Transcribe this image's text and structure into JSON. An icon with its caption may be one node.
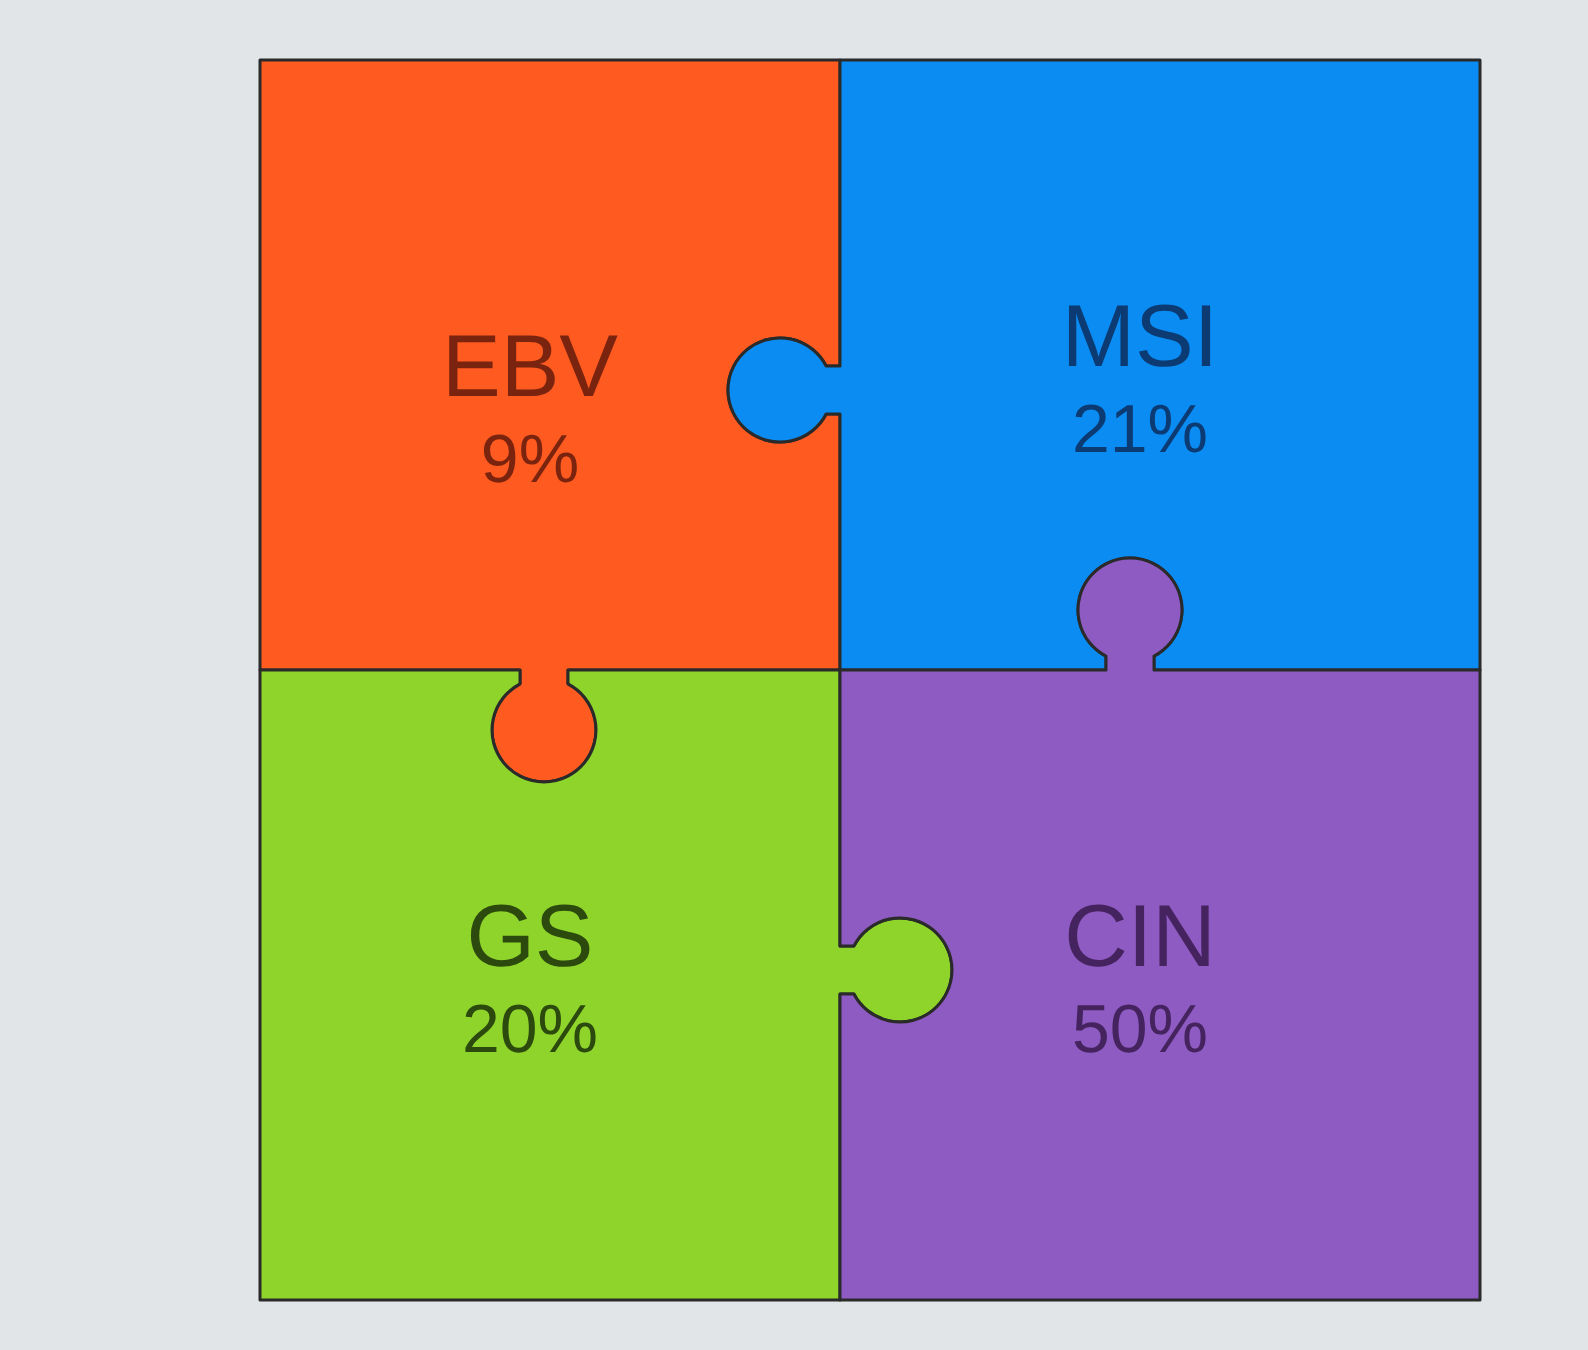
{
  "diagram": {
    "nodes": [
      {
        "text": [
          "EBV",
          "9%"
        ]
      },
      {
        "text": [
          "MSI",
          "21%"
        ]
      },
      {
        "text": [
          "GS",
          "20%"
        ]
      },
      {
        "text": [
          "CIN",
          "50%"
        ]
      }
    ]
  }
}
